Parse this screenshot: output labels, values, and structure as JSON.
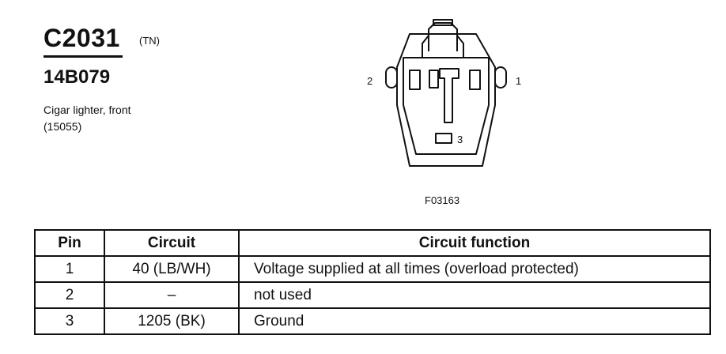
{
  "connector": {
    "id": "C2031",
    "color": "(TN)",
    "part_number": "14B079",
    "description": "Cigar lighter, front",
    "reference": "(15055)"
  },
  "diagram": {
    "figure_id": "F03163",
    "pin_labels": [
      "2",
      "1",
      "3"
    ]
  },
  "table": {
    "headers": [
      "Pin",
      "Circuit",
      "Circuit function"
    ],
    "rows": [
      [
        "1",
        "40 (LB/WH)",
        "Voltage supplied at all times (overload protected)"
      ],
      [
        "2",
        "–",
        "not used"
      ],
      [
        "3",
        "1205 (BK)",
        "Ground"
      ]
    ]
  }
}
